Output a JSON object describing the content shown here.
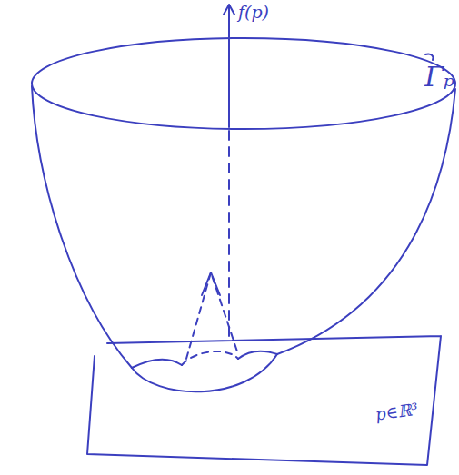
{
  "diagram": {
    "labels": [
      "f(p)",
      "Γₚ",
      "p∈ℝ³"
    ]
  }
}
